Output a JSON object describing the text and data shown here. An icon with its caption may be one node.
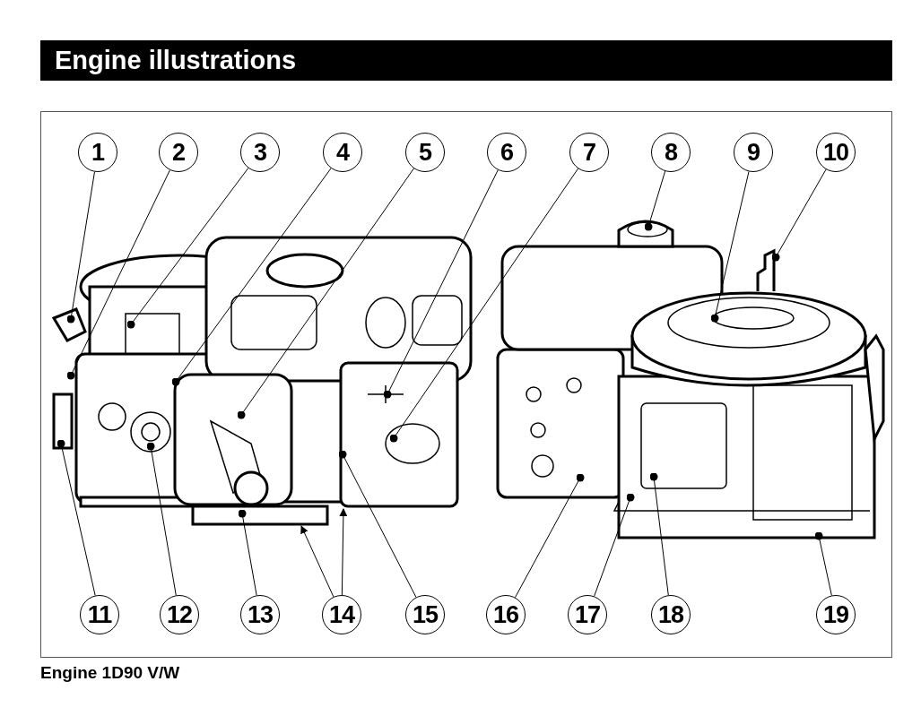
{
  "diagram": {
    "title": "Engine illustrations",
    "caption": "Engine 1D90 V/W",
    "nodes": [
      {
        "text": [
          "1"
        ]
      },
      {
        "text": [
          "2"
        ]
      },
      {
        "text": [
          "3"
        ]
      },
      {
        "text": [
          "4"
        ]
      },
      {
        "text": [
          "5"
        ]
      },
      {
        "text": [
          "6"
        ]
      },
      {
        "text": [
          "7"
        ]
      },
      {
        "text": [
          "8"
        ]
      },
      {
        "text": [
          "9"
        ]
      },
      {
        "text": [
          "10"
        ]
      },
      {
        "text": [
          "11"
        ]
      },
      {
        "text": [
          "12"
        ]
      },
      {
        "text": [
          "13"
        ]
      },
      {
        "text": [
          "14"
        ]
      },
      {
        "text": [
          "15"
        ]
      },
      {
        "text": [
          "16"
        ]
      },
      {
        "text": [
          "17"
        ]
      },
      {
        "text": [
          "18"
        ]
      },
      {
        "text": [
          "19"
        ]
      }
    ],
    "edges": [
      {
        "from": 0,
        "to": null,
        "arrow": "other"
      },
      {
        "from": 1,
        "to": null,
        "arrow": "other"
      },
      {
        "from": 2,
        "to": null,
        "arrow": "other"
      },
      {
        "from": 3,
        "to": null,
        "arrow": "other"
      },
      {
        "from": 4,
        "to": null,
        "arrow": "other"
      },
      {
        "from": 5,
        "to": null,
        "arrow": "other"
      },
      {
        "from": 6,
        "to": null,
        "arrow": "other"
      },
      {
        "from": 7,
        "to": null,
        "arrow": "other"
      },
      {
        "from": 8,
        "to": null,
        "arrow": "other"
      },
      {
        "from": 9,
        "to": null,
        "arrow": "other"
      },
      {
        "from": 10,
        "to": null,
        "arrow": "other"
      },
      {
        "from": 11,
        "to": null,
        "arrow": "other"
      },
      {
        "from": 12,
        "to": null,
        "arrow": "other"
      },
      {
        "from": 13,
        "to": null,
        "arrow": "to"
      },
      {
        "from": 13,
        "to": null,
        "arrow": "to"
      },
      {
        "from": 14,
        "to": null,
        "arrow": "other"
      },
      {
        "from": 15,
        "to": null,
        "arrow": "other"
      },
      {
        "from": 16,
        "to": null,
        "arrow": "other"
      },
      {
        "from": 17,
        "to": null,
        "arrow": "other"
      },
      {
        "from": 18,
        "to": null,
        "arrow": "other"
      }
    ]
  }
}
